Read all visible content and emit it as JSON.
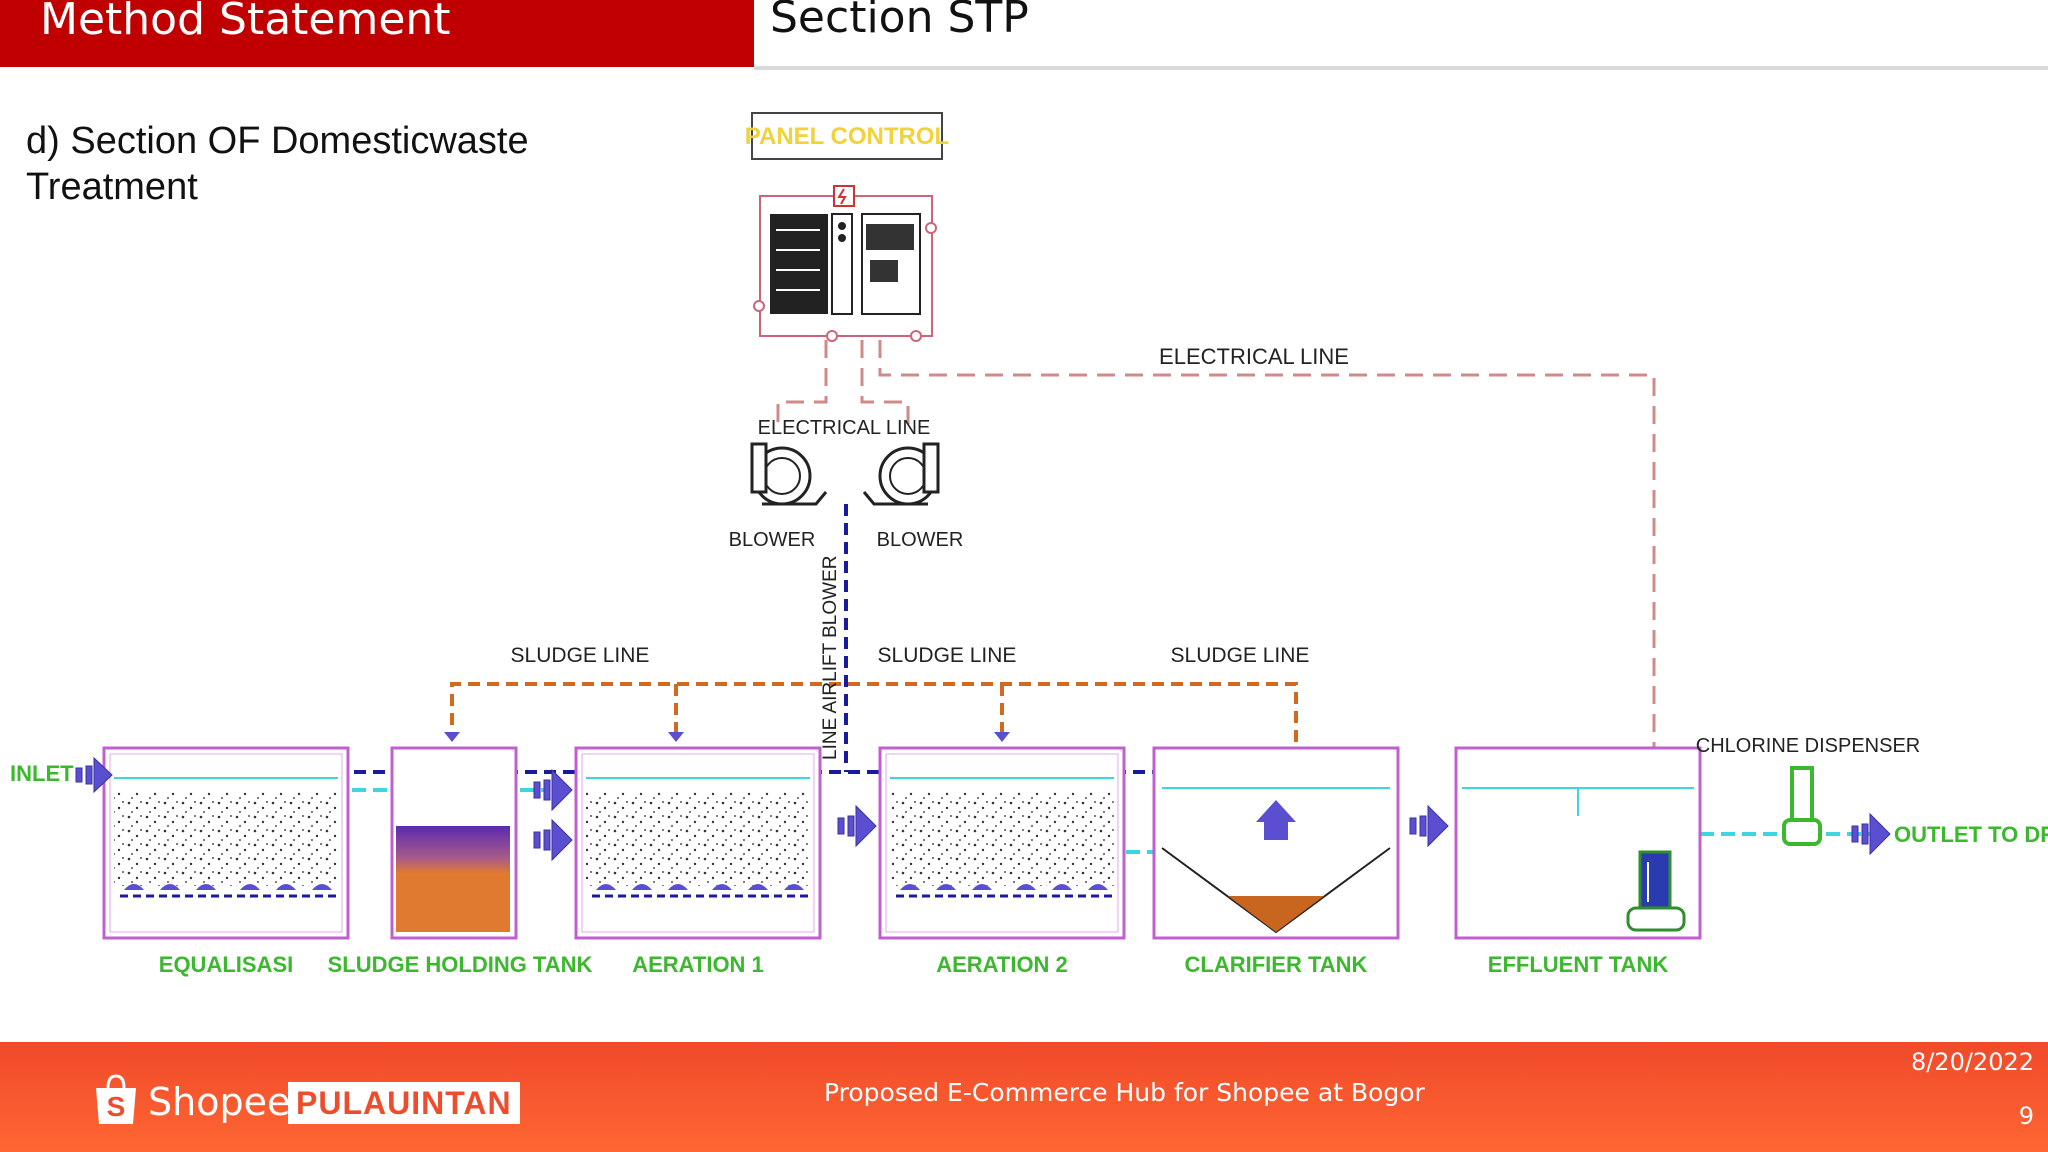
{
  "header": {
    "section_label": "Method Statement",
    "title": "Section STP"
  },
  "subtitle": "d) Section OF Domesticwaste Treatment",
  "diagram": {
    "panel_label": "PANEL CONTROL",
    "electrical_line_top": "ELECTRICAL LINE",
    "electrical_line_mid": "ELECTRICAL LINE",
    "blower_left": "BLOWER",
    "blower_right": "BLOWER",
    "line_airlift": "LINE AIRLIFT BLOWER",
    "sludge_line_1": "SLUDGE LINE",
    "sludge_line_2": "SLUDGE LINE",
    "sludge_line_3": "SLUDGE LINE",
    "inlet": "INLET",
    "outlet": "OUTLET TO DRAIN",
    "chlorine": "CHLORINE DISPENSER",
    "tanks": [
      "EQUALISASI",
      "SLUDGE HOLDING TANK",
      "AERATION 1",
      "AERATION 2",
      "CLARIFIER TANK",
      "EFFLUENT TANK"
    ],
    "colors": {
      "tank_border": "#c15fd0",
      "air_line": "#1a1a9e",
      "water_line": "#3dd6e0",
      "sludge_line": "#d2691e",
      "electrical_line": "#d08a8a",
      "tank_label": "#3cb82e",
      "arrow": "#5a4fd0"
    }
  },
  "footer": {
    "brand_name": "Shopee",
    "brand_tag": "PULAUINTAN",
    "center": "Proposed E-Commerce Hub for Shopee at Bogor",
    "date": "8/20/2022",
    "page": "9"
  }
}
